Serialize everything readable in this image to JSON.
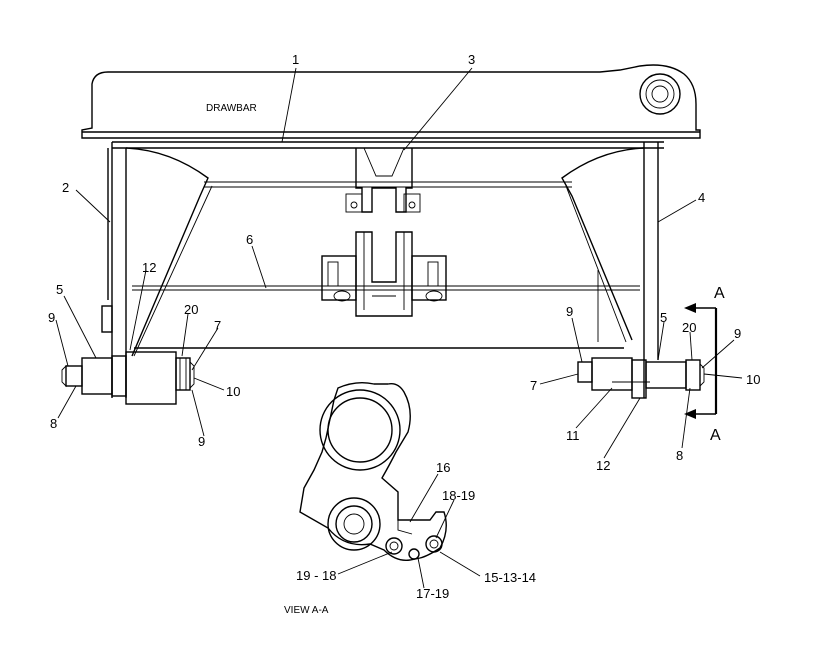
{
  "drawbar_label": "DRAWBAR",
  "view_label": "VIEW  A-A",
  "section_letter_top": "A",
  "section_letter_bottom": "A",
  "callouts": {
    "c1": "1",
    "c2": "2",
    "c3": "3",
    "c4": "4",
    "c5_left": "5",
    "c5_right": "5",
    "c6": "6",
    "c7_left": "7",
    "c7_right": "7",
    "c8_left": "8",
    "c8_right": "8",
    "c9_left_top": "9",
    "c9_left_bottom": "9",
    "c9_right_top": "9",
    "c9_right_side": "9",
    "c10_left": "10",
    "c10_right": "10",
    "c11": "11",
    "c12_left": "12",
    "c12_right": "12",
    "c20_left": "20",
    "c20_right": "20",
    "c16": "16",
    "c18_19": "18-19",
    "c19_18": "19 - 18",
    "c17_19": "17-19",
    "c15_13_14": "15-13-14"
  }
}
